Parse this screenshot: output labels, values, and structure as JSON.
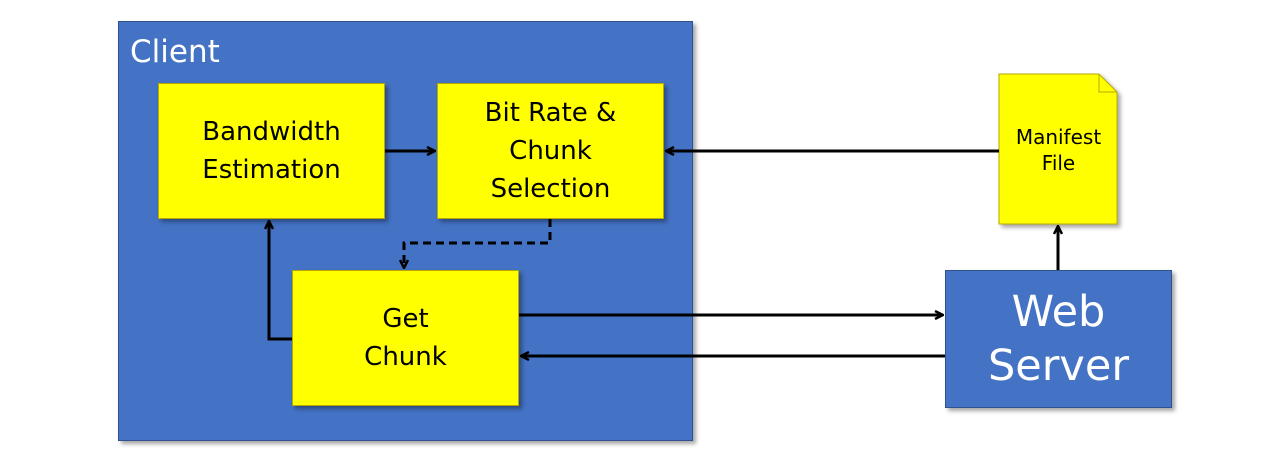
{
  "client": {
    "label": "Client"
  },
  "boxes": {
    "bandwidth_estimation": "Bandwidth\nEstimation",
    "bitrate_chunk_selection": "Bit Rate &\nChunk\nSelection",
    "get_chunk": "Get\nChunk"
  },
  "web_server": {
    "label": "Web\nServer"
  },
  "manifest_file": {
    "label": "Manifest\nFile"
  },
  "colors": {
    "container_blue": "#4472c4",
    "box_yellow": "#ffff00",
    "arrow": "#000000"
  }
}
